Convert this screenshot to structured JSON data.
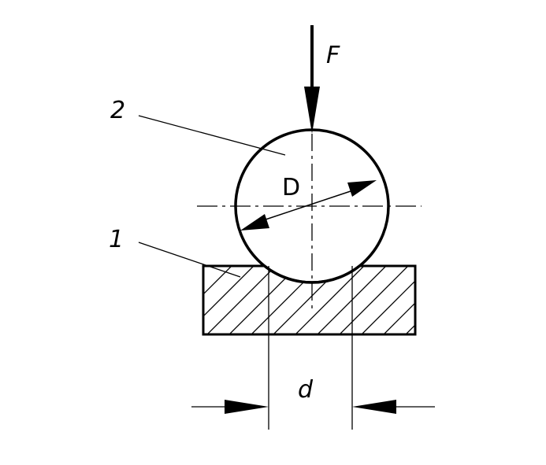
{
  "labels": {
    "force": "F",
    "ball_diameter": "D",
    "indent_diameter": "d",
    "ball_callout": "2",
    "specimen_callout": "1"
  },
  "colors": {
    "stroke": "#000000",
    "background": "#ffffff"
  }
}
